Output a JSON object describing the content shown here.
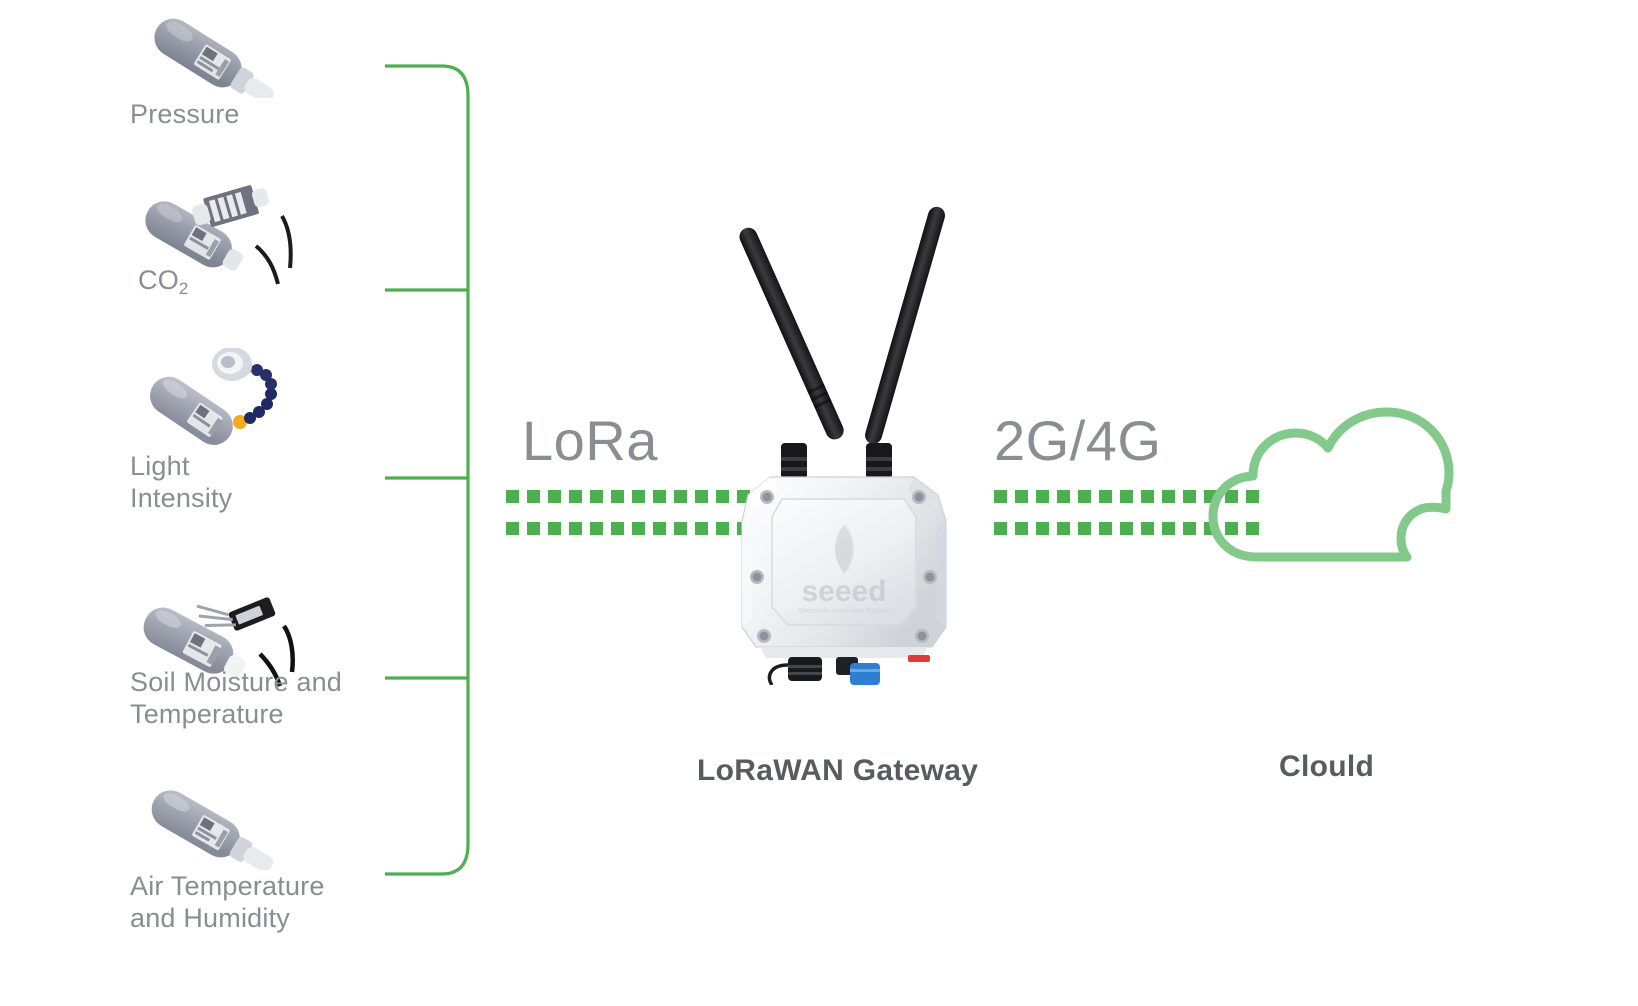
{
  "diagram": {
    "title": "LoRaWAN sensor network topology",
    "accent_color": "#4caf50",
    "label_color": "#8a8d91",
    "caption_color": "#585c60"
  },
  "sensors": [
    {
      "id": "pressure",
      "label": "Pressure",
      "icon": "pressure-sensor-image"
    },
    {
      "id": "co2",
      "label": "CO",
      "sub": "2",
      "icon": "co2-sensor-image"
    },
    {
      "id": "light",
      "label": "Light\nIntensity",
      "icon": "light-intensity-sensor-image"
    },
    {
      "id": "soil",
      "label": "Soil Moisture and\nTemperature",
      "icon": "soil-sensor-image"
    },
    {
      "id": "air",
      "label": "Air Temperature\nand Humidity",
      "icon": "air-sensor-image"
    }
  ],
  "links": [
    {
      "id": "lora",
      "label": "LoRa",
      "rows": 2,
      "dots_per_row": 13
    },
    {
      "id": "cell",
      "label": "2G/4G",
      "rows": 2,
      "dots_per_row": 13
    }
  ],
  "nodes": {
    "gateway": {
      "caption": "LoRaWAN Gateway",
      "brand": "seeed",
      "icon": "lorawan-gateway-image",
      "antennas": 2
    },
    "cloud": {
      "caption": "Clould",
      "icon": "cloud-icon"
    }
  }
}
